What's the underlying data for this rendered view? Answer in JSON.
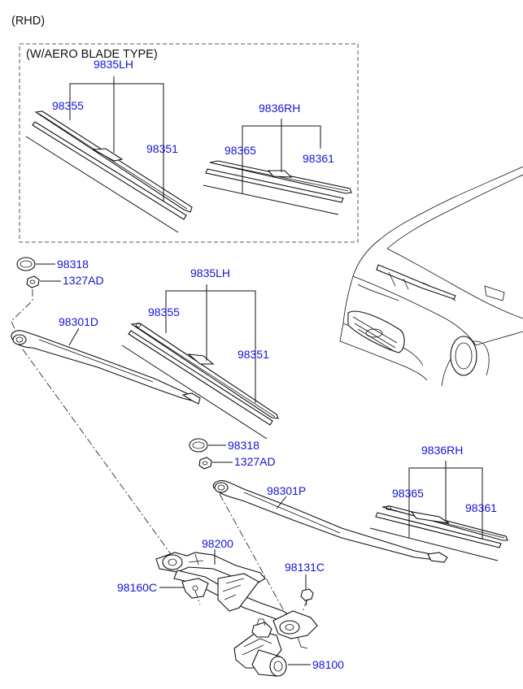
{
  "header": {
    "variant": "(RHD)"
  },
  "inset": {
    "title": "(W/AERO BLADE TYPE)"
  },
  "parts": {
    "inset_blade_lh": "9835LH",
    "inset_blade_lh_left": "98355",
    "inset_blade_lh_right": "98351",
    "inset_blade_rh": "9836RH",
    "inset_blade_rh_left": "98365",
    "inset_blade_rh_right": "98361",
    "cap_upper": "98318",
    "nut_upper": "1327AD",
    "arm_lh": "98301D",
    "blade_lh": "9835LH",
    "blade_lh_left": "98355",
    "blade_lh_right": "98351",
    "cap_lower": "98318",
    "nut_lower": "1327AD",
    "arm_rh": "98301P",
    "blade_rh": "9836RH",
    "blade_rh_left": "98365",
    "blade_rh_right": "98361",
    "linkage": "98200",
    "bracket": "98160C",
    "bolt": "98131C",
    "motor": "98100"
  },
  "colors": {
    "label": "#1414d2",
    "line": "#111111",
    "background": "#ffffff"
  }
}
